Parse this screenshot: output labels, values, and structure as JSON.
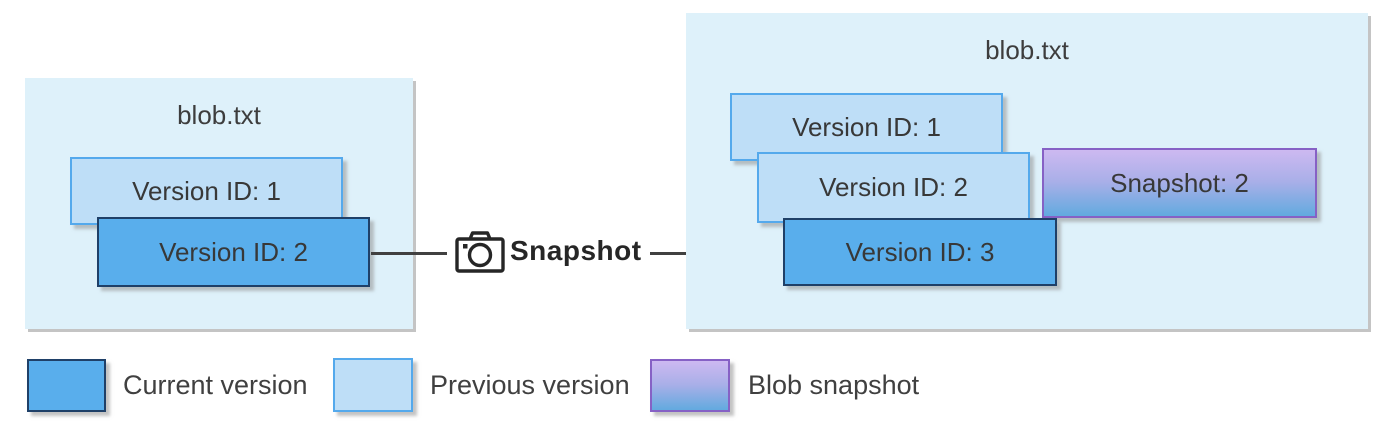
{
  "left_container": {
    "title": "blob.txt",
    "boxes": [
      {
        "label": "Version ID: 1",
        "type": "previous-version"
      },
      {
        "label": "Version ID: 2",
        "type": "current-version"
      }
    ]
  },
  "connector": {
    "icon": "camera-icon",
    "label": "Snapshot"
  },
  "right_container": {
    "title": "blob.txt",
    "boxes": [
      {
        "label": "Version ID: 1",
        "type": "previous-version"
      },
      {
        "label": "Version ID: 2",
        "type": "previous-version"
      },
      {
        "label": "Version ID: 3",
        "type": "current-version"
      },
      {
        "label": "Snapshot: 2",
        "type": "blob-snapshot"
      }
    ]
  },
  "legend": {
    "items": [
      {
        "label": "Current version",
        "swatch": "current-version",
        "color": "#59aeec"
      },
      {
        "label": "Previous version",
        "swatch": "previous-version",
        "color": "#bedef7"
      },
      {
        "label": "Blob snapshot",
        "swatch": "blob-snapshot",
        "color_top": "#cdb9f1",
        "color_bottom": "#62aadf",
        "border": "#8661c5"
      }
    ]
  },
  "colors": {
    "container_fill": "#def1fa",
    "current_version_fill": "#59aeec",
    "current_version_border": "#1f4068",
    "previous_version_fill": "#bedef7",
    "previous_version_border": "#54a9ec",
    "snapshot_gradient_top": "#cdb9f1",
    "snapshot_gradient_bottom": "#62aadf",
    "snapshot_border": "#8661c5",
    "text": "#3d3d3d",
    "arrow": "#404040"
  }
}
